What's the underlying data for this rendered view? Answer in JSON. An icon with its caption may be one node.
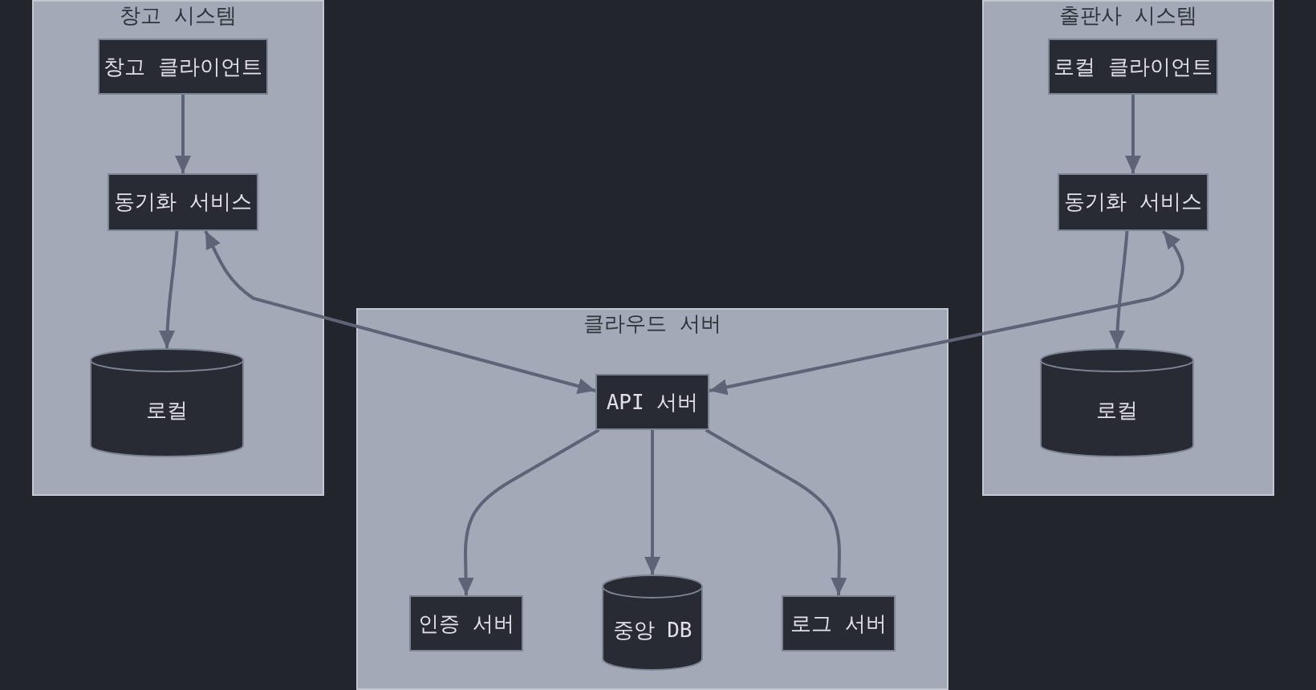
{
  "diagram": {
    "nodes": [
      {
        "text": [
          "창고 시스템"
        ]
      },
      {
        "text": [
          "창고 클라이언트"
        ],
        "in": 0
      },
      {
        "text": [
          "동기화 서비스"
        ],
        "in": 0
      },
      {
        "text": [
          "로컬"
        ],
        "in": 0
      },
      {
        "text": [
          "출판사 시스템"
        ]
      },
      {
        "text": [
          "로컬 클라이언트"
        ],
        "in": 4
      },
      {
        "text": [
          "동기화 서비스"
        ],
        "in": 4
      },
      {
        "text": [
          "로컬"
        ],
        "in": 4
      },
      {
        "text": [
          "클라우드 서버"
        ]
      },
      {
        "text": [
          "API 서버"
        ],
        "in": 8
      },
      {
        "text": [
          "인증 서버"
        ],
        "in": 8
      },
      {
        "text": [
          "중앙 DB"
        ],
        "in": 8
      },
      {
        "text": [
          "로그 서버"
        ],
        "in": 8
      }
    ],
    "edges": [
      {
        "from": 1,
        "to": 2,
        "arrow": "to"
      },
      {
        "from": 2,
        "to": 3,
        "arrow": "to"
      },
      {
        "from": 2,
        "to": 9,
        "arrow": "both"
      },
      {
        "from": 5,
        "to": 6,
        "arrow": "to"
      },
      {
        "from": 6,
        "to": 7,
        "arrow": "to"
      },
      {
        "from": 6,
        "to": 9,
        "arrow": "both"
      },
      {
        "from": 9,
        "to": 10,
        "arrow": "to"
      },
      {
        "from": 9,
        "to": 11,
        "arrow": "to"
      },
      {
        "from": 9,
        "to": 12,
        "arrow": "to"
      }
    ]
  }
}
